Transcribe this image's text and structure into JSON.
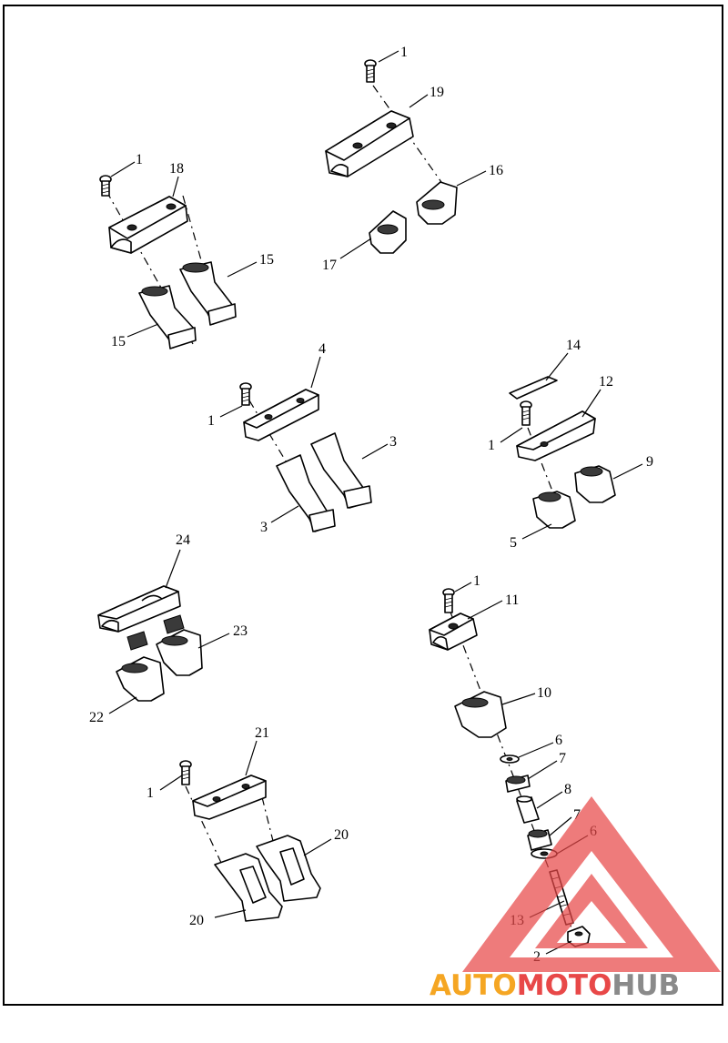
{
  "diagram": {
    "callouts": [
      "1",
      "19",
      "16",
      "17",
      "1",
      "18",
      "15",
      "15",
      "4",
      "1",
      "3",
      "3",
      "14",
      "12",
      "1",
      "9",
      "5",
      "24",
      "23",
      "22",
      "1",
      "11",
      "10",
      "6",
      "7",
      "8",
      "7",
      "6",
      "13",
      "2",
      "21",
      "1",
      "20",
      "20"
    ]
  },
  "watermark": {
    "part1": "AUTO",
    "part2": "MOTO",
    "part3": "HUB",
    "colors": {
      "auto": "#f5a623",
      "moto": "#e84848",
      "hub": "#8a8a8a",
      "triangle": "#e84848"
    }
  }
}
